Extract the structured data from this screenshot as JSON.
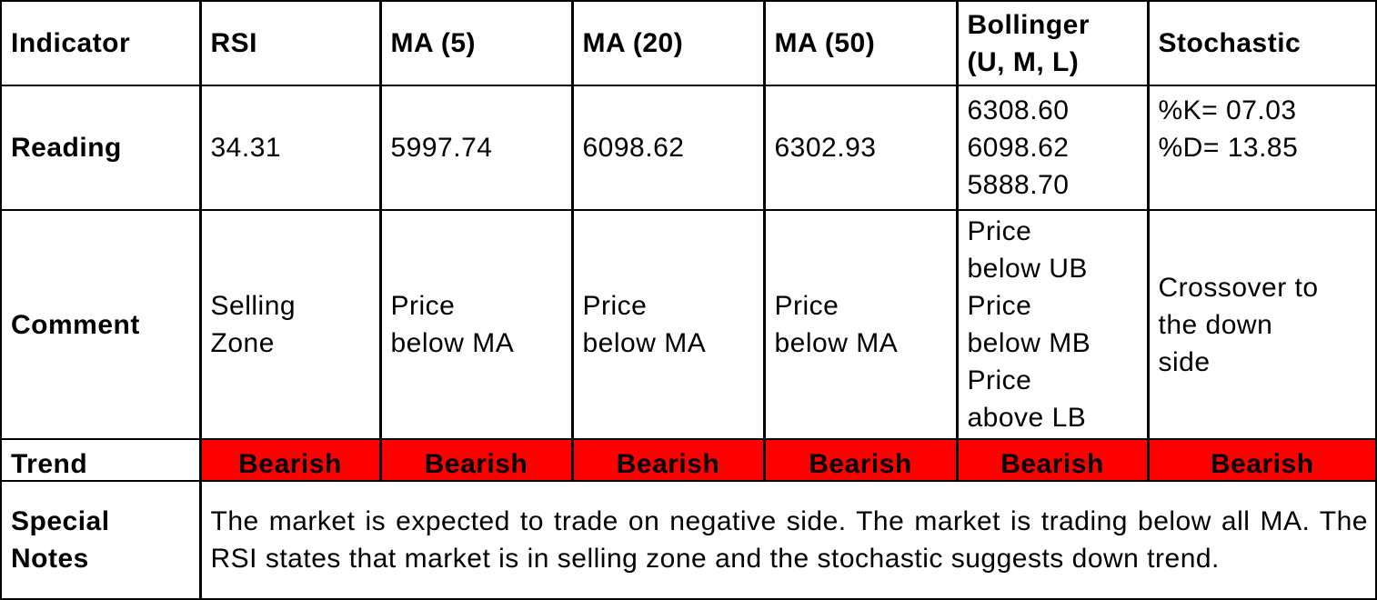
{
  "table": {
    "headers": [
      "Indicator",
      "RSI",
      "MA (5)",
      "MA (20)",
      "MA (50)",
      "Bollinger\n(U, M, L)",
      "Stochastic"
    ],
    "reading": {
      "label": "Reading",
      "values": [
        "34.31",
        "5997.74",
        "6098.62",
        "6302.93",
        "6308.60\n6098.62\n5888.70",
        "%K= 07.03\n%D= 13.85"
      ]
    },
    "comment": {
      "label": "Comment",
      "values": [
        "Selling\nZone",
        "Price\nbelow MA",
        "Price\nbelow MA",
        "Price\nbelow MA",
        "Price\nbelow UB\nPrice\nbelow MB\nPrice\nabove LB",
        "Crossover to\nthe down\nside"
      ]
    },
    "trend": {
      "label": "Trend",
      "values": [
        "Bearish",
        "Bearish",
        "Bearish",
        "Bearish",
        "Bearish",
        "Bearish"
      ],
      "color": "#ff0000"
    },
    "notes": {
      "label": "Special\nNotes",
      "text": "The market is expected to trade on negative side. The market is trading below all MA. The RSI states that market is in selling zone and the stochastic suggests down trend."
    }
  }
}
